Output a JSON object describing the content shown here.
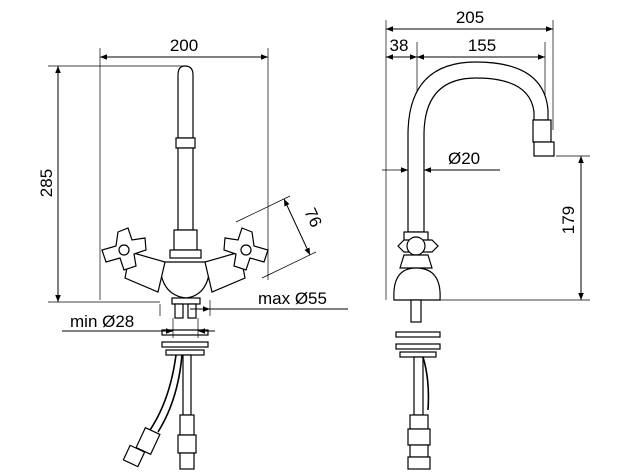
{
  "dimensions": {
    "front_width": "200",
    "front_height": "285",
    "handle_span": "76",
    "base_max": "max Ø55",
    "hole_min": "min Ø28",
    "side_total": "205",
    "side_offset": "38",
    "side_reach": "155",
    "spout_diameter": "Ø20",
    "side_spout_height": "179"
  }
}
